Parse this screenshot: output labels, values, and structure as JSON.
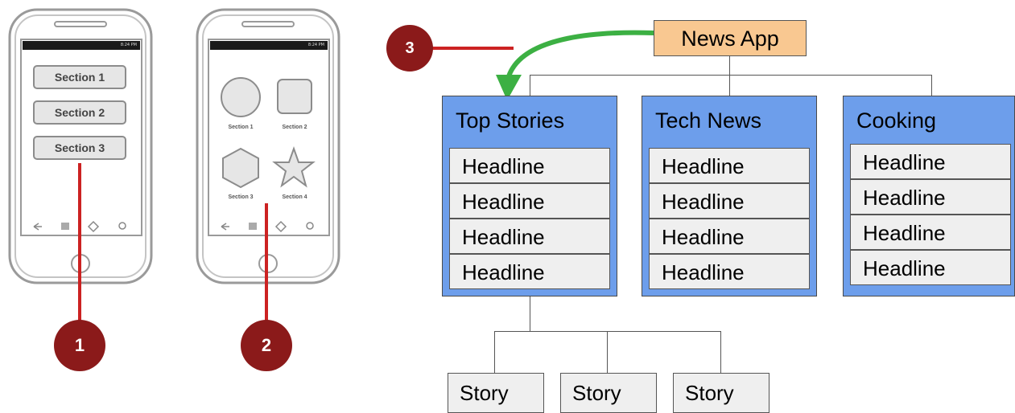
{
  "phones": [
    {
      "status_time": "8:24 PM",
      "sections": [
        "Section 1",
        "Section 2",
        "Section 3"
      ]
    },
    {
      "status_time": "8:24 PM",
      "grid_labels": [
        "Section 1",
        "Section 2",
        "Section 3",
        "Section 4"
      ]
    }
  ],
  "badges": [
    "1",
    "2",
    "3"
  ],
  "tree": {
    "root": "News App",
    "categories": [
      {
        "title": "Top Stories",
        "headlines": [
          "Headline",
          "Headline",
          "Headline",
          "Headline"
        ]
      },
      {
        "title": "Tech News",
        "headlines": [
          "Headline",
          "Headline",
          "Headline",
          "Headline"
        ]
      },
      {
        "title": "Cooking",
        "headlines": [
          "Headline",
          "Headline",
          "Headline",
          "Headline"
        ]
      }
    ],
    "stories": [
      "Story",
      "Story",
      "Story"
    ]
  },
  "colors": {
    "badge": "#8b1a1a",
    "red_line": "#cc2222",
    "green_arrow": "#3cb043",
    "root_fill": "#f9c891",
    "category_fill": "#6d9eeb",
    "headline_fill": "#efefef"
  }
}
